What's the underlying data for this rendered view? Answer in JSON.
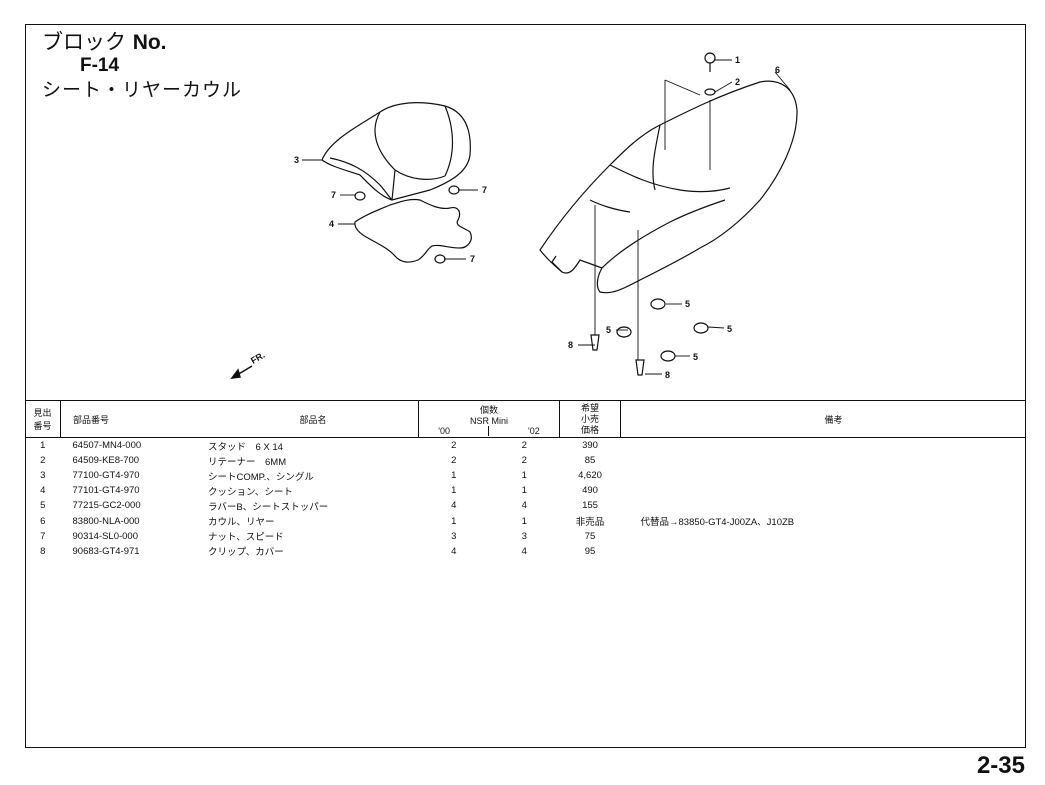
{
  "header": {
    "block_label": "ブロック",
    "block_no_label": "No.",
    "block_code": "F-14",
    "title": "シート・リヤーカウル"
  },
  "diagram": {
    "callouts": [
      "1",
      "2",
      "6",
      "3",
      "7",
      "7",
      "4",
      "7",
      "5",
      "5",
      "5",
      "5",
      "8",
      "8"
    ],
    "front_label": "FR."
  },
  "table": {
    "headers": {
      "ref_no": "見出\n番号",
      "part_no": "部品番号",
      "description": "部品名",
      "qty": "個数",
      "model": "NSR Mini",
      "year1": "'00",
      "year2": "'02",
      "price": "希望\n小売\n価格",
      "remarks": "備考"
    },
    "rows": [
      {
        "ref": "1",
        "part_no": "64507-MN4-000",
        "desc": "スタッド　6 X 14",
        "q1": "2",
        "q2": "2",
        "price": "390",
        "remarks": ""
      },
      {
        "ref": "2",
        "part_no": "64509-KE8-700",
        "desc": "リテーナー　6MM",
        "q1": "2",
        "q2": "2",
        "price": "85",
        "remarks": ""
      },
      {
        "ref": "3",
        "part_no": "77100-GT4-970",
        "desc": "シートCOMP.、シングル",
        "q1": "1",
        "q2": "1",
        "price": "4,620",
        "remarks": ""
      },
      {
        "ref": "4",
        "part_no": "77101-GT4-970",
        "desc": "クッション、シート",
        "q1": "1",
        "q2": "1",
        "price": "490",
        "remarks": ""
      },
      {
        "ref": "5",
        "part_no": "77215-GC2-000",
        "desc": "ラバーB、シートストッパー",
        "q1": "4",
        "q2": "4",
        "price": "155",
        "remarks": ""
      },
      {
        "ref": "6",
        "part_no": "83800-NLA-000",
        "desc": "カウル、リヤー",
        "q1": "1",
        "q2": "1",
        "price": "非売品",
        "remarks": "代替品→83850-GT4-J00ZA、J10ZB"
      },
      {
        "ref": "7",
        "part_no": "90314-SL0-000",
        "desc": "ナット、スピード",
        "q1": "3",
        "q2": "3",
        "price": "75",
        "remarks": ""
      },
      {
        "ref": "8",
        "part_no": "90683-GT4-971",
        "desc": "クリップ、カバー",
        "q1": "4",
        "q2": "4",
        "price": "95",
        "remarks": ""
      }
    ]
  },
  "footer": {
    "page_number": "2-35"
  }
}
